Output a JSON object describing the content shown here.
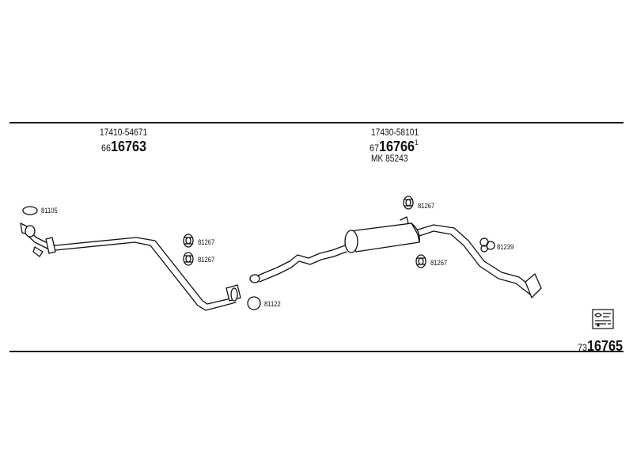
{
  "top_rule": "",
  "section_left": {
    "part_number": "17410-54671",
    "ref_prefix": "66",
    "ref_main": "16763"
  },
  "section_right": {
    "part_number": "17430-58101",
    "ref_prefix": "67",
    "ref_main": "16766",
    "ref_suffix": "1",
    "mk_label": "MK 85243"
  },
  "hardware": {
    "ring_81105": "81105",
    "hanger_81267_a": "81267",
    "hanger_81267_b": "81267",
    "ring_81122": "81122",
    "hanger_81267_c": "81267",
    "hanger_81267_d": "81267",
    "bracket_81239": "81239"
  },
  "footer": {
    "kit_prefix": "73",
    "kit_main": "16765",
    "kit_icon": "kit-code-icon"
  }
}
